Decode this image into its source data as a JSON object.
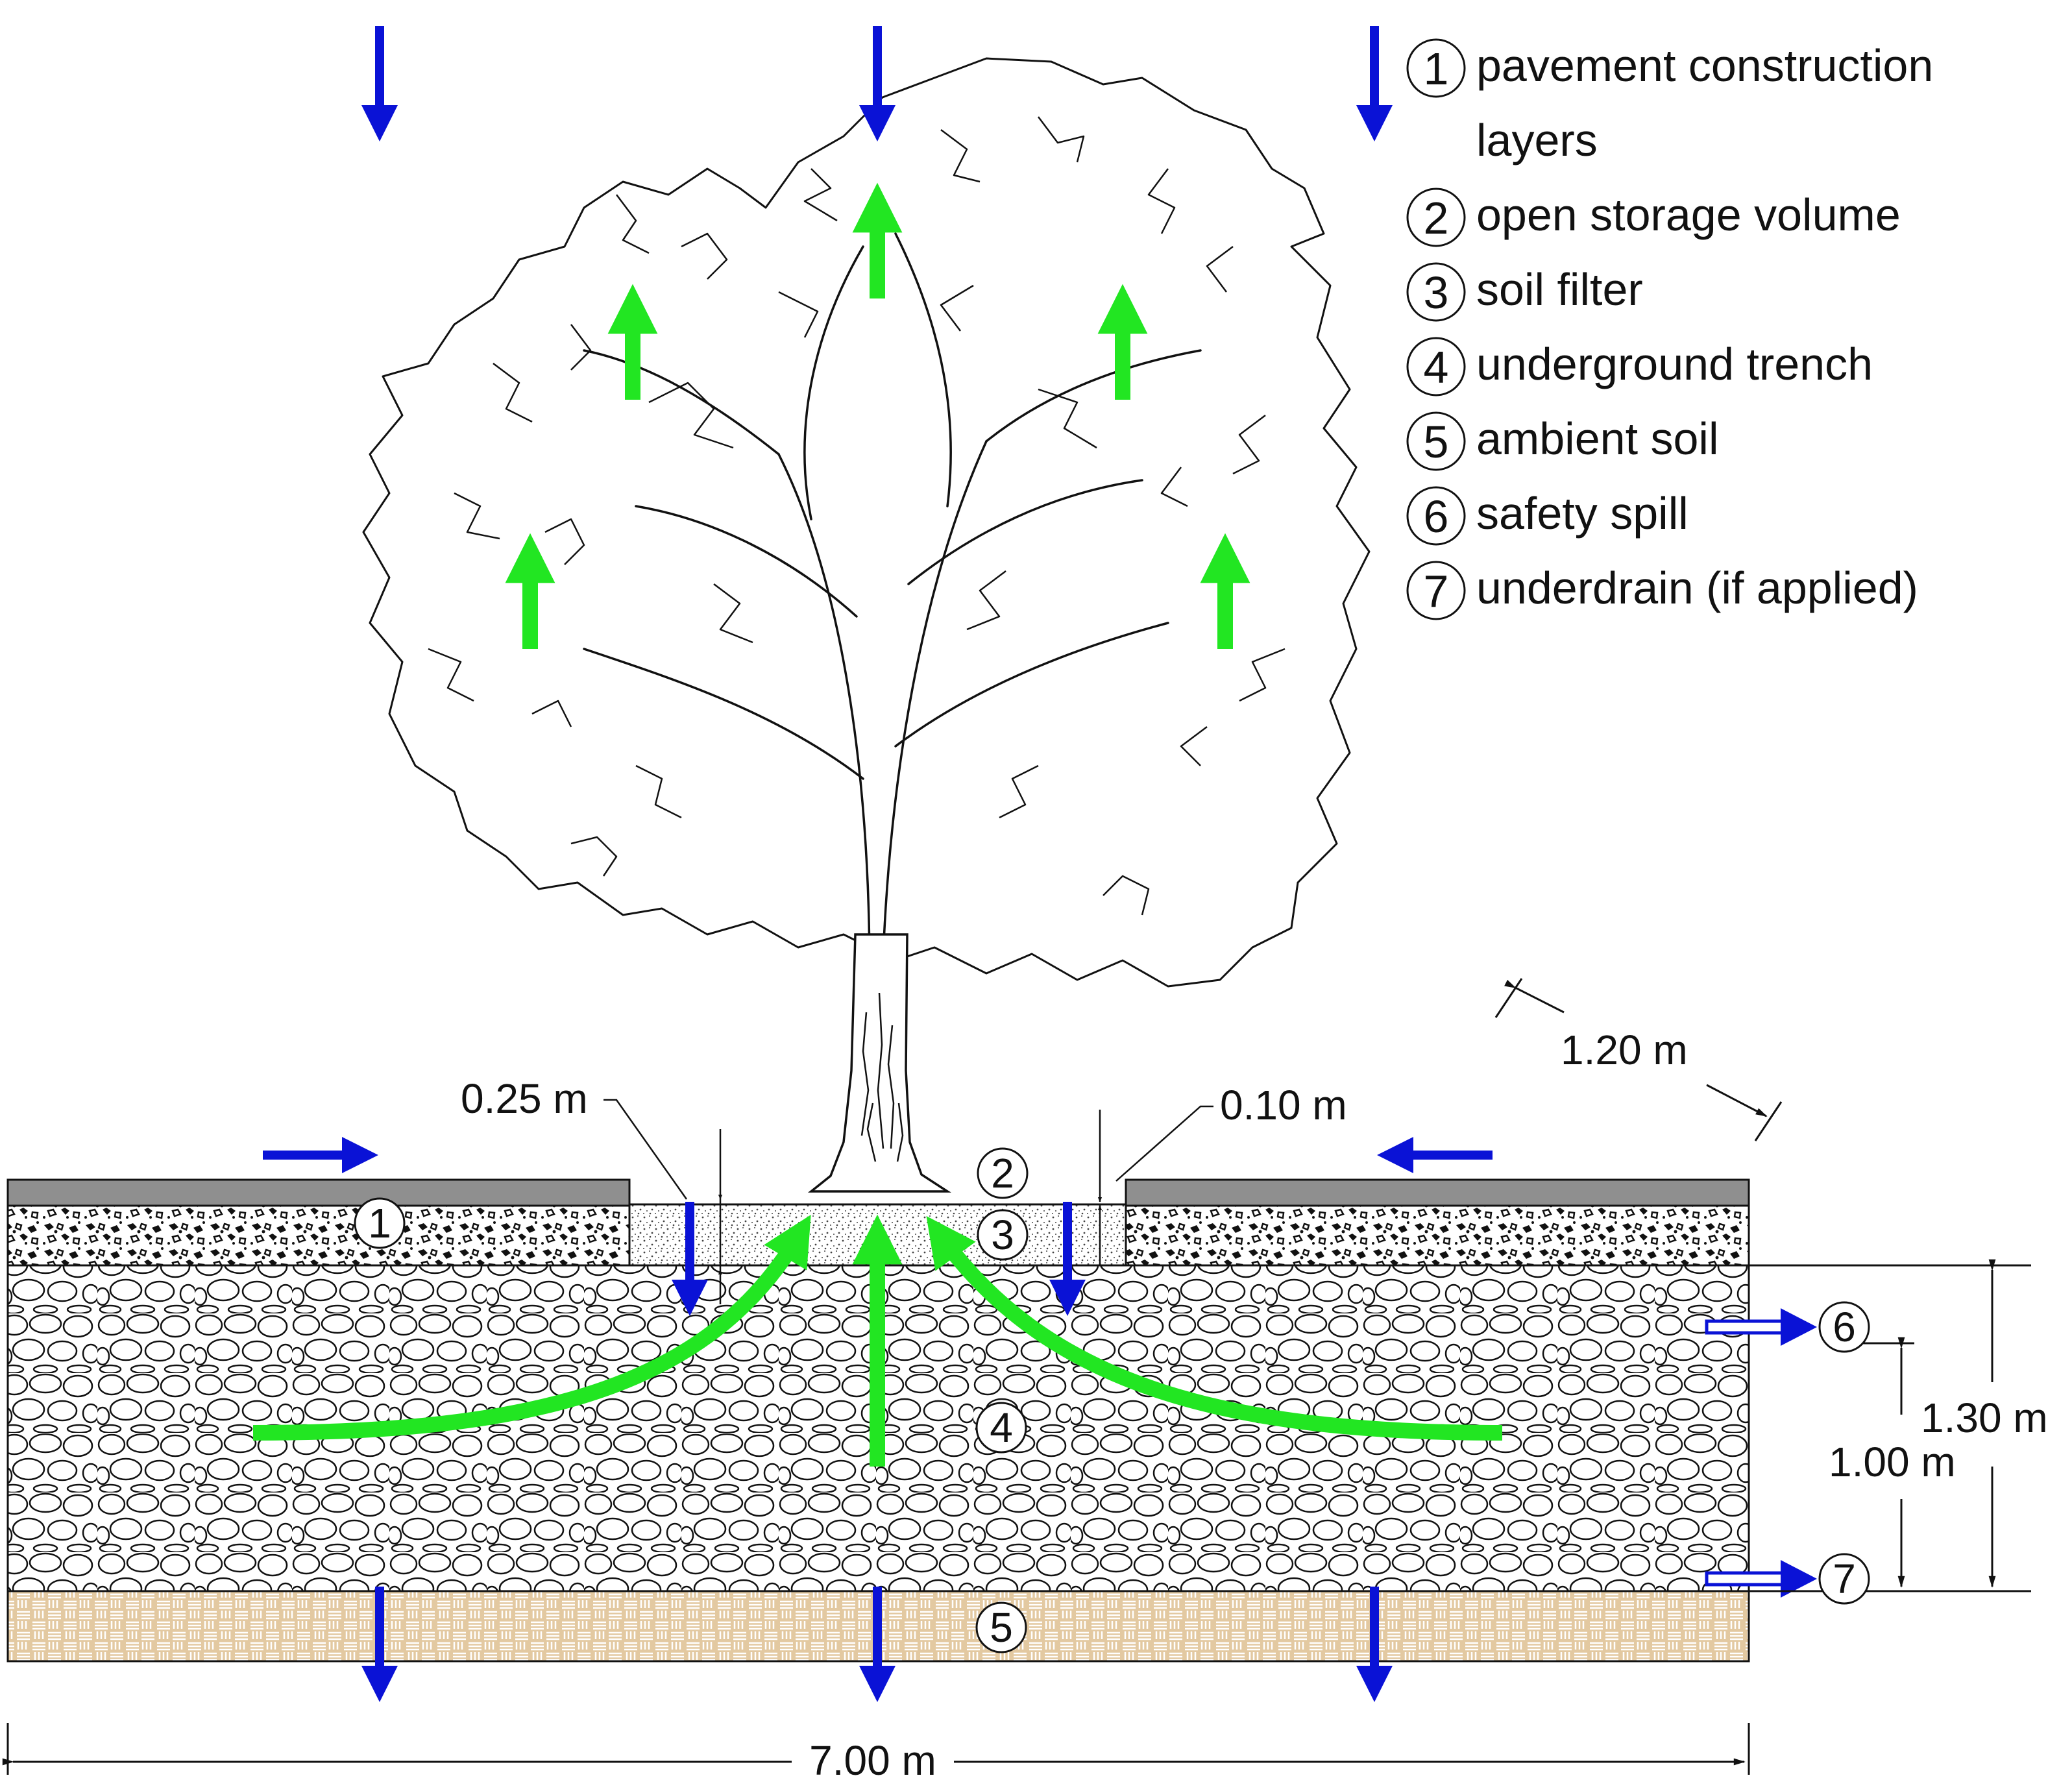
{
  "legend": {
    "items": [
      {
        "num": "1",
        "label_lines": [
          "pavement construction",
          "layers"
        ]
      },
      {
        "num": "2",
        "label_lines": [
          "open storage volume"
        ]
      },
      {
        "num": "3",
        "label_lines": [
          "soil filter"
        ]
      },
      {
        "num": "4",
        "label_lines": [
          "underground trench"
        ]
      },
      {
        "num": "5",
        "label_lines": [
          "ambient soil"
        ]
      },
      {
        "num": "6",
        "label_lines": [
          "safety spill"
        ]
      },
      {
        "num": "7",
        "label_lines": [
          "underdrain (if applied)"
        ]
      }
    ]
  },
  "dimensions": {
    "pit_depth": "0.25 m",
    "storage_depth": "0.10 m",
    "pit_width": "1.20 m",
    "trench_depth": "1.30 m",
    "spill_to_drain": "1.00 m",
    "total_width": "7.00 m"
  },
  "markers": {
    "pavement": "1",
    "storage": "2",
    "filter": "3",
    "trench": "4",
    "ambient": "5",
    "spill": "6",
    "underdrain": "7"
  },
  "colors": {
    "water_arrow": "#0a12d6",
    "evapo_arrow": "#22e622",
    "pavement_top": "#8f8f8f",
    "ambient_soil": "#e3c9a1",
    "line": "#111111"
  }
}
